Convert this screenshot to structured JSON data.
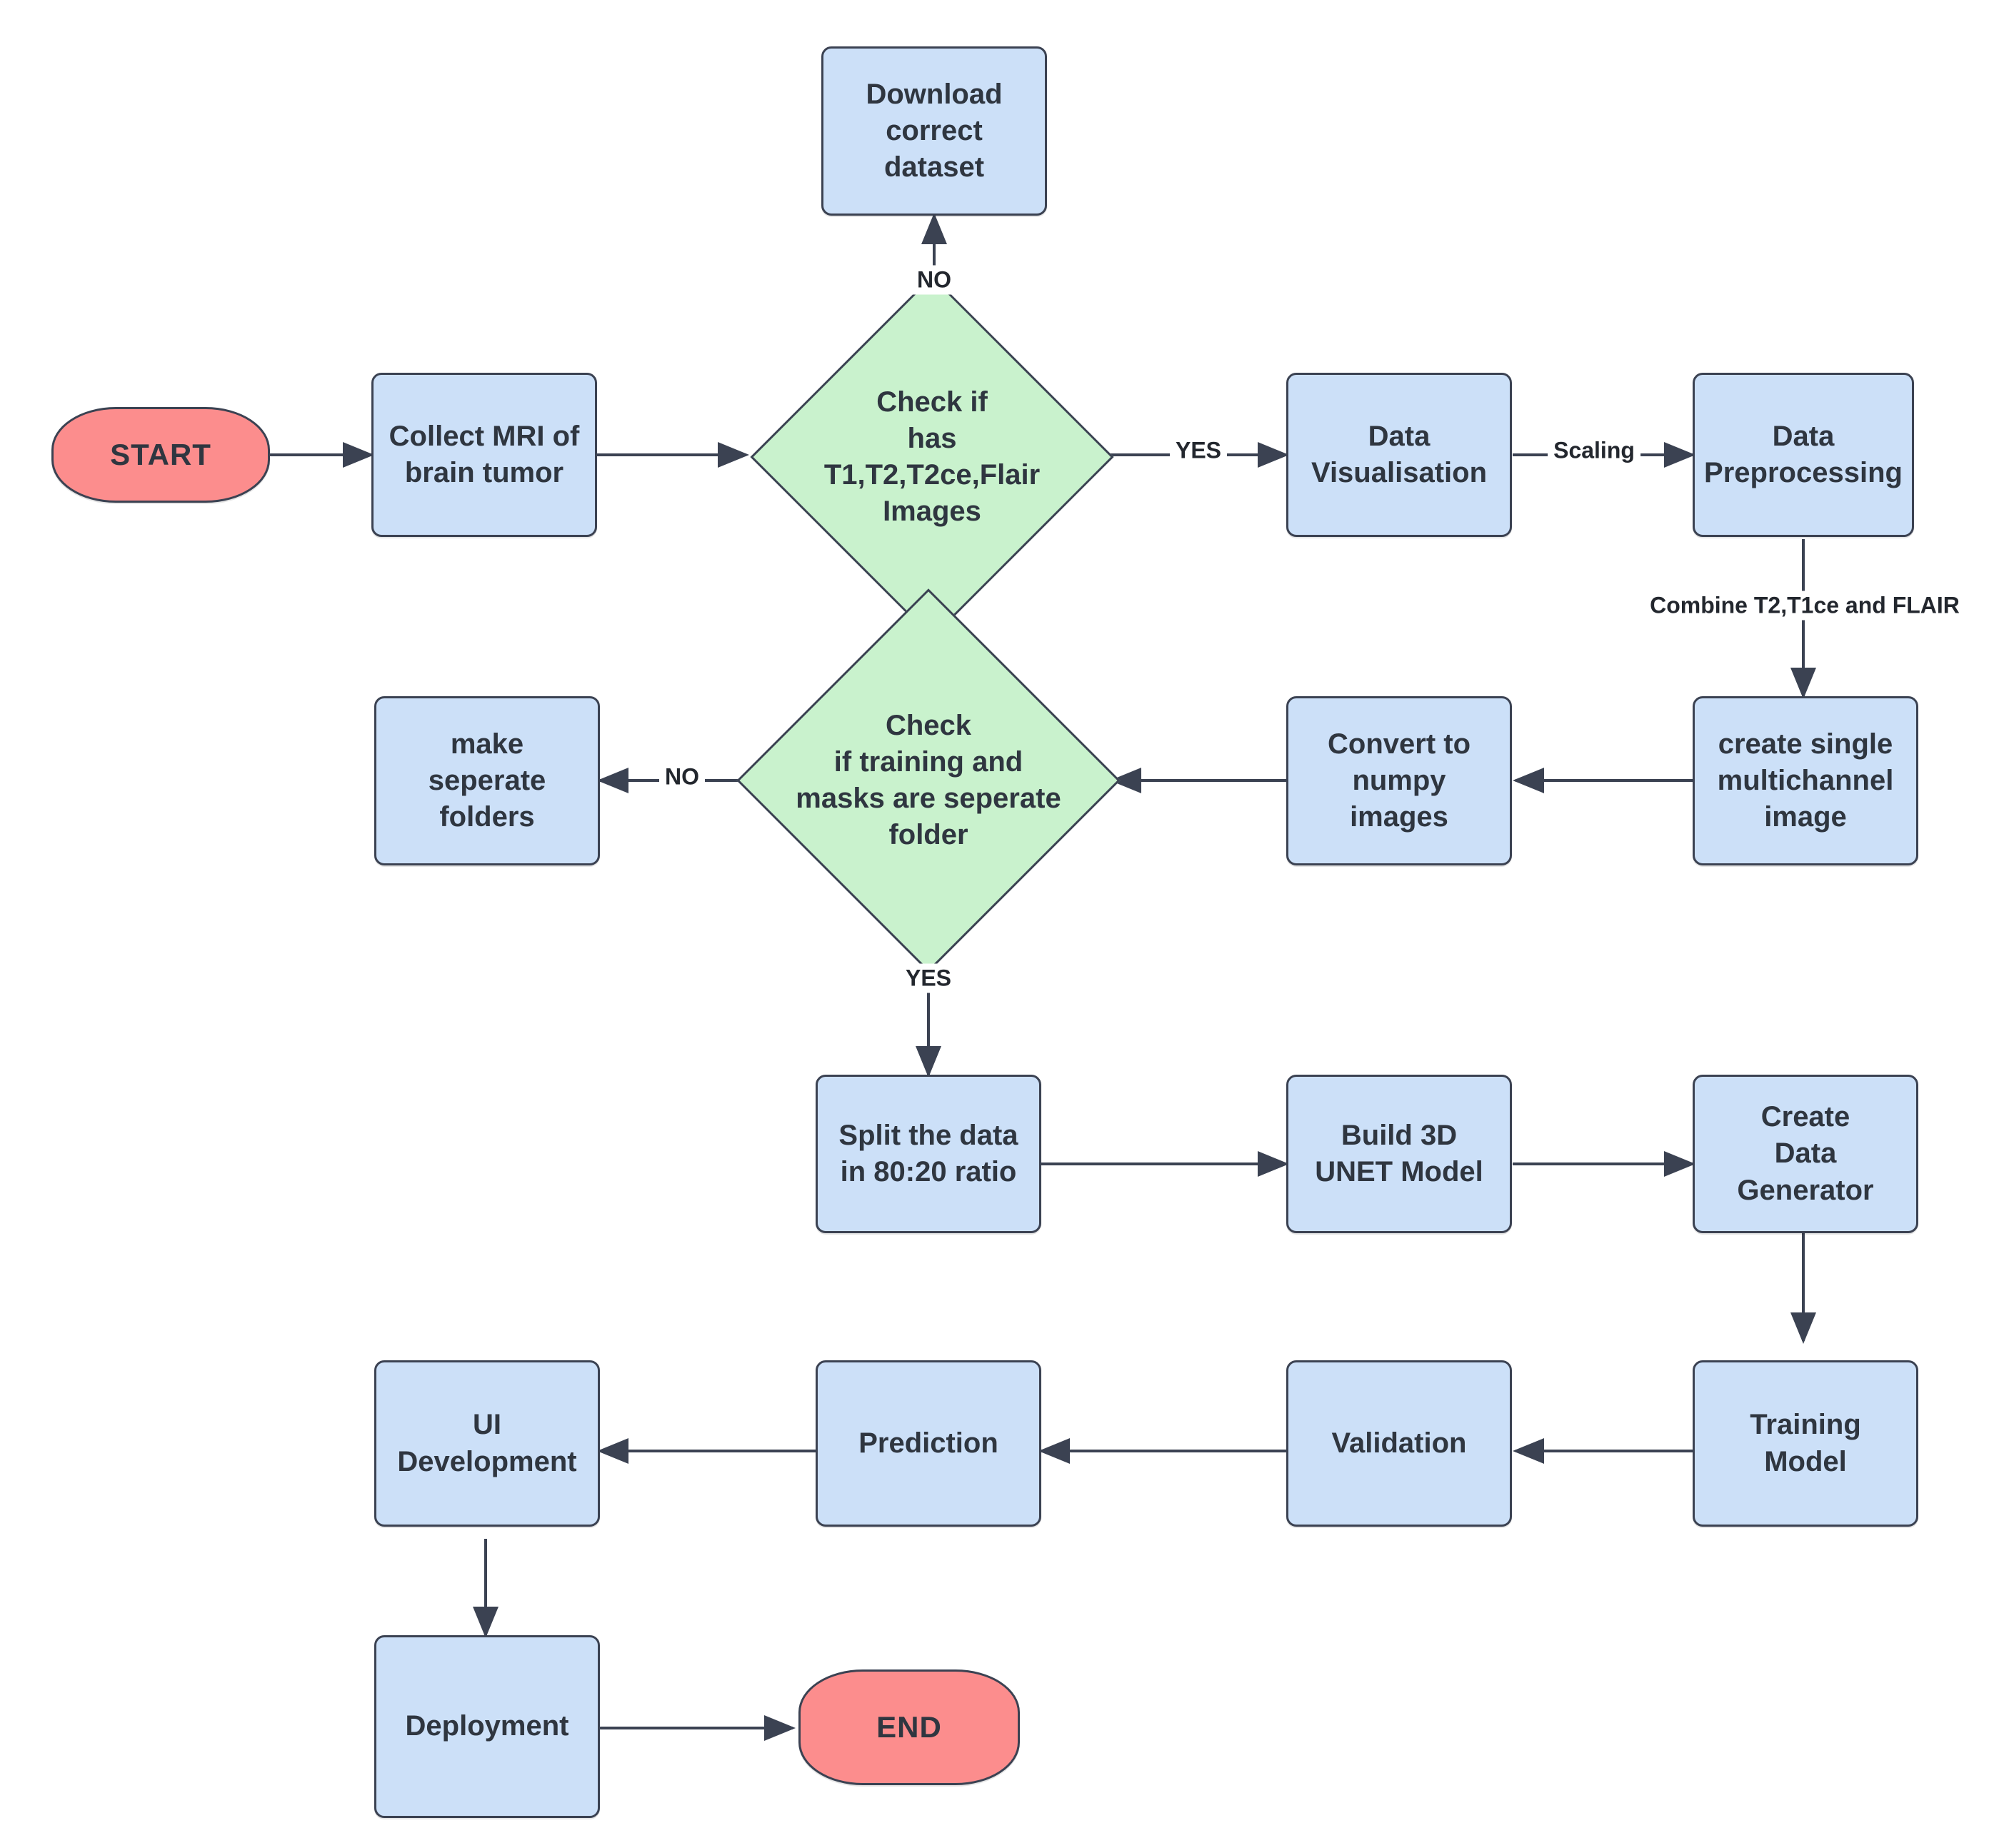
{
  "diagram": {
    "title": "Brain Tumor Segmentation Pipeline Flowchart",
    "type": "flowchart",
    "colors": {
      "process_fill": "#cce0f8",
      "terminal_fill": "#fc8d8d",
      "decision_fill": "#c9f2cd",
      "stroke": "#3b4252",
      "text": "#2f3640",
      "background": "#ffffff"
    }
  },
  "nodes": {
    "start": {
      "label": "START",
      "shape": "terminal"
    },
    "collect_mri": {
      "label": "Collect MRI of\nbrain tumor",
      "shape": "process"
    },
    "check_modalities": {
      "label": "Check if\nhas\nT1,T2,T2ce,Flair\nImages",
      "shape": "decision"
    },
    "download_dataset": {
      "label": "Download\ncorrect\ndataset",
      "shape": "process"
    },
    "data_visualisation": {
      "label": "Data\nVisualisation",
      "shape": "process"
    },
    "data_preprocessing": {
      "label": "Data\nPreprocessing",
      "shape": "process"
    },
    "create_multichannel": {
      "label": "create single\nmultichannel\nimage",
      "shape": "process"
    },
    "convert_numpy": {
      "label": "Convert to\nnumpy\nimages",
      "shape": "process"
    },
    "check_folders": {
      "label": "Check\nif training and\nmasks are seperate\nfolder",
      "shape": "decision"
    },
    "make_folders": {
      "label": "make\nseperate\nfolders",
      "shape": "process"
    },
    "split_data": {
      "label": "Split the data\nin 80:20 ratio",
      "shape": "process"
    },
    "build_unet": {
      "label": "Build 3D\nUNET Model",
      "shape": "process"
    },
    "data_generator": {
      "label": "Create\nData\nGenerator",
      "shape": "process"
    },
    "training_model": {
      "label": "Training\nModel",
      "shape": "process"
    },
    "validation": {
      "label": "Validation",
      "shape": "process"
    },
    "prediction": {
      "label": "Prediction",
      "shape": "process"
    },
    "ui_development": {
      "label": "UI\nDevelopment",
      "shape": "process"
    },
    "deployment": {
      "label": "Deployment",
      "shape": "process"
    },
    "end": {
      "label": "END",
      "shape": "terminal"
    }
  },
  "edges": [
    {
      "id": "e1",
      "from": "start",
      "to": "collect_mri",
      "label": ""
    },
    {
      "id": "e2",
      "from": "collect_mri",
      "to": "check_modalities",
      "label": ""
    },
    {
      "id": "e3",
      "from": "check_modalities",
      "to": "download_dataset",
      "label": "NO"
    },
    {
      "id": "e4",
      "from": "check_modalities",
      "to": "data_visualisation",
      "label": "YES"
    },
    {
      "id": "e5",
      "from": "data_visualisation",
      "to": "data_preprocessing",
      "label": "Scaling"
    },
    {
      "id": "e6",
      "from": "data_preprocessing",
      "to": "create_multichannel",
      "label": "Combine T2,T1ce and FLAIR"
    },
    {
      "id": "e7",
      "from": "create_multichannel",
      "to": "convert_numpy",
      "label": ""
    },
    {
      "id": "e8",
      "from": "convert_numpy",
      "to": "check_folders",
      "label": ""
    },
    {
      "id": "e9",
      "from": "check_folders",
      "to": "make_folders",
      "label": "NO"
    },
    {
      "id": "e10",
      "from": "check_folders",
      "to": "split_data",
      "label": "YES"
    },
    {
      "id": "e11",
      "from": "split_data",
      "to": "build_unet",
      "label": ""
    },
    {
      "id": "e12",
      "from": "build_unet",
      "to": "data_generator",
      "label": ""
    },
    {
      "id": "e13",
      "from": "data_generator",
      "to": "training_model",
      "label": ""
    },
    {
      "id": "e14",
      "from": "training_model",
      "to": "validation",
      "label": ""
    },
    {
      "id": "e15",
      "from": "validation",
      "to": "prediction",
      "label": ""
    },
    {
      "id": "e16",
      "from": "prediction",
      "to": "ui_development",
      "label": ""
    },
    {
      "id": "e17",
      "from": "ui_development",
      "to": "deployment",
      "label": ""
    },
    {
      "id": "e18",
      "from": "deployment",
      "to": "end",
      "label": ""
    }
  ],
  "edge_labels": {
    "no_modalities": "NO",
    "yes_modalities": "YES",
    "scaling": "Scaling",
    "combine": "Combine T2,T1ce and FLAIR",
    "no_folders": "NO",
    "yes_folders": "YES"
  }
}
